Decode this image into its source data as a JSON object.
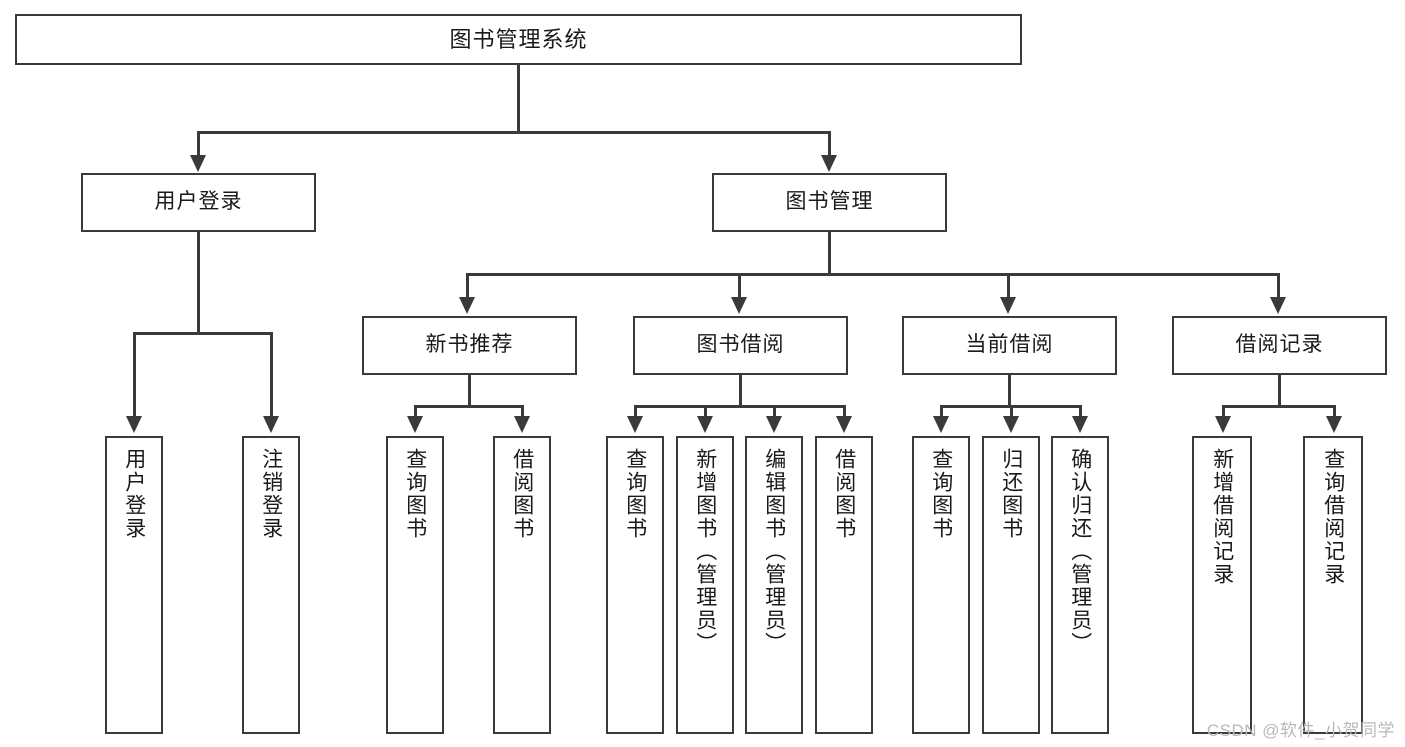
{
  "diagram": {
    "type": "tree",
    "title": "图书管理系统",
    "orientation": "top-down",
    "watermark": "CSDN @软件_小贺同学",
    "colors": {
      "box_border": "#3a3a3a",
      "box_fill": "#ffffff",
      "connector": "#3a3a3a",
      "text": "#1a1a1a",
      "watermark": "#b9b9b9",
      "background": "#ffffff"
    }
  },
  "nodes": {
    "root": {
      "label": "图书管理系统"
    },
    "level2": [
      {
        "id": "user-login",
        "label": "用户登录"
      },
      {
        "id": "book-management",
        "label": "图书管理"
      }
    ],
    "level3": [
      {
        "id": "new-book-recommend",
        "label": "新书推荐"
      },
      {
        "id": "book-borrow",
        "label": "图书借阅"
      },
      {
        "id": "current-borrow",
        "label": "当前借阅"
      },
      {
        "id": "borrow-record",
        "label": "借阅记录"
      }
    ],
    "leaves": [
      {
        "id": "leaf-user-login",
        "parent": "user-login",
        "label": "用户登录"
      },
      {
        "id": "leaf-user-logout",
        "parent": "user-login",
        "label": "注销登录"
      },
      {
        "id": "leaf-query-book-1",
        "parent": "new-book-recommend",
        "label": "查询图书"
      },
      {
        "id": "leaf-borrow-book-1",
        "parent": "new-book-recommend",
        "label": "借阅图书"
      },
      {
        "id": "leaf-query-book-2",
        "parent": "book-borrow",
        "label": "查询图书"
      },
      {
        "id": "leaf-add-book",
        "parent": "book-borrow",
        "label": "新增图书（管理员）"
      },
      {
        "id": "leaf-edit-book",
        "parent": "book-borrow",
        "label": "编辑图书（管理员）"
      },
      {
        "id": "leaf-borrow-book-2",
        "parent": "book-borrow",
        "label": "借阅图书"
      },
      {
        "id": "leaf-query-book-3",
        "parent": "current-borrow",
        "label": "查询图书"
      },
      {
        "id": "leaf-return-book",
        "parent": "current-borrow",
        "label": "归还图书"
      },
      {
        "id": "leaf-confirm-return",
        "parent": "current-borrow",
        "label": "确认归还（管理员）"
      },
      {
        "id": "leaf-add-record",
        "parent": "borrow-record",
        "label": "新增借阅记录"
      },
      {
        "id": "leaf-query-record",
        "parent": "borrow-record",
        "label": "查询借阅记录"
      }
    ]
  }
}
